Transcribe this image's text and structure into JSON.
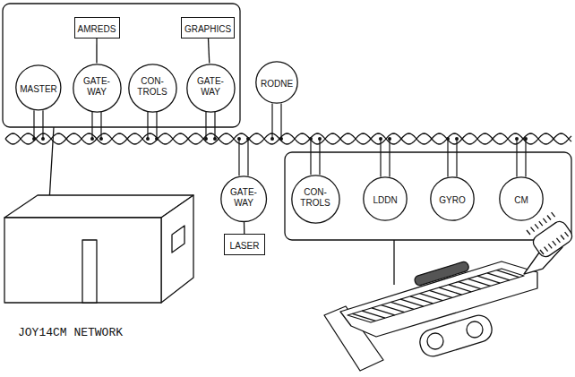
{
  "diagram": {
    "nodes": [
      {
        "text": [
          "AMREDS"
        ]
      },
      {
        "text": [
          "GRAPHICS"
        ]
      },
      {
        "text": [
          "MASTER"
        ]
      },
      {
        "text": [
          "GATE- WAY"
        ]
      },
      {
        "text": [
          "CON- TROLS"
        ]
      },
      {
        "text": [
          "GATE- WAY"
        ]
      },
      {
        "text": [
          "RODNE"
        ]
      },
      {
        "text": [
          "GATE- WAY"
        ]
      },
      {
        "text": [
          "CON- TROLS"
        ]
      },
      {
        "text": [
          "LDDN"
        ]
      },
      {
        "text": [
          "GYRO"
        ]
      },
      {
        "text": [
          "CM"
        ]
      },
      {
        "text": [
          "LASER"
        ]
      }
    ],
    "edges": [
      {
        "from": 0,
        "to": 3,
        "arrow": "none"
      },
      {
        "from": 1,
        "to": 5,
        "arrow": "none"
      },
      {
        "from": 7,
        "to": 12,
        "arrow": "none"
      }
    ],
    "labels": [
      "JOY14CM NETWORK"
    ]
  }
}
